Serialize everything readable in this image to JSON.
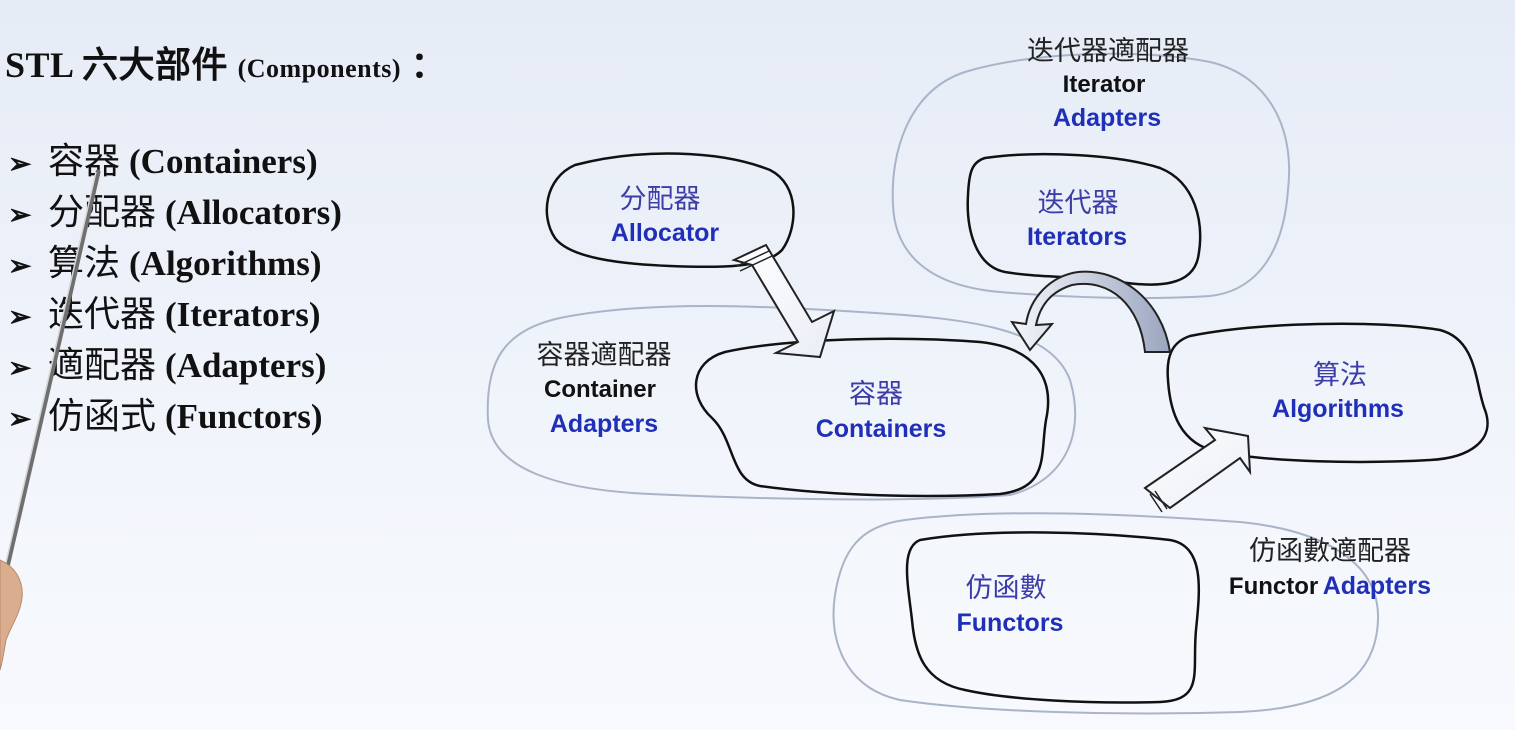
{
  "slide": {
    "title_cn": "STL 六大部件",
    "title_en": "(Components)",
    "title_colon": "："
  },
  "bullets": [
    {
      "cn": "容器",
      "en": "(Containers)"
    },
    {
      "cn": "分配器",
      "en": "(Allocators)"
    },
    {
      "cn": "算法",
      "en": "(Algorithms)"
    },
    {
      "cn": "迭代器",
      "en": "(Iterators)"
    },
    {
      "cn": "適配器",
      "en": "(Adapters)"
    },
    {
      "cn": "仿函式",
      "en": "(Functors)"
    }
  ],
  "diagram": {
    "iterator_adapters": {
      "cn": "迭代器適配器",
      "en1": "Iterator",
      "en2": "Adapters"
    },
    "allocator": {
      "cn": "分配器",
      "en": "Allocator"
    },
    "iterators": {
      "cn": "迭代器",
      "en": "Iterators"
    },
    "container_adapters": {
      "cn": "容器適配器",
      "en1": "Container",
      "en2": "Adapters"
    },
    "containers": {
      "cn": "容器",
      "en": "Containers"
    },
    "algorithms": {
      "cn": "算法",
      "en": "Algorithms"
    },
    "functors": {
      "cn": "仿函數",
      "en": "Functors"
    },
    "functor_adapters": {
      "cn": "仿函數適配器",
      "en1": "Functor",
      "en2": "Adapters"
    }
  },
  "colors": {
    "blue_text": "#1f2fb8",
    "outline": "#111111",
    "adapter_outline": "#aab4c8"
  }
}
